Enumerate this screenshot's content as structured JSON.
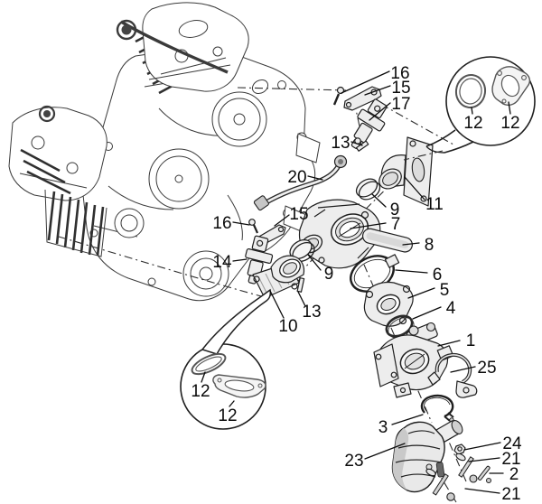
{
  "figure": {
    "background": "#ffffff",
    "ink": "#0b0b0b",
    "part_fill": "#ededed",
    "shade_fill": "#c9c9c9"
  },
  "labels": {
    "c16_top": "16",
    "c15_top": "15",
    "c17": "17",
    "c13_top": "13",
    "c12_tr_oring": "12",
    "c12_tr_gasket": "12",
    "c20": "20",
    "c11": "11",
    "c9_top": "9",
    "c7": "7",
    "c16_left": "16",
    "c15_left": "15",
    "c14": "14",
    "c9_left": "9",
    "c13_left": "13",
    "c10": "10",
    "c8": "8",
    "c6": "6",
    "c5": "5",
    "c4": "4",
    "c1": "1",
    "c25": "25",
    "c12_bl_oring": "12",
    "c12_bl_gasket": "12",
    "c3": "3",
    "c23": "23",
    "c24": "24",
    "c21_upper": "21",
    "c2": "2",
    "c21_lower": "21"
  }
}
